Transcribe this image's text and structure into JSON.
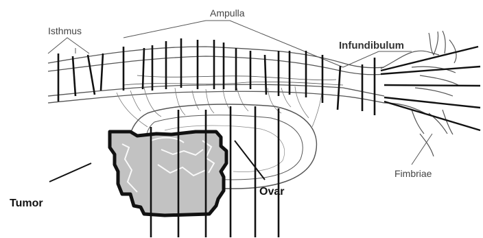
{
  "labels": {
    "isthmus": "Isthmus",
    "ampulla": "Ampulla",
    "infundibulum": "Infundibulum",
    "fimbriae": "Fimbriae",
    "tumor": "Tumor",
    "ovary": "Ovar"
  },
  "colors": {
    "ink": "#111111",
    "sketch": "#555555",
    "tumor_fill": "#c2c2c2",
    "background": "#ffffff"
  }
}
